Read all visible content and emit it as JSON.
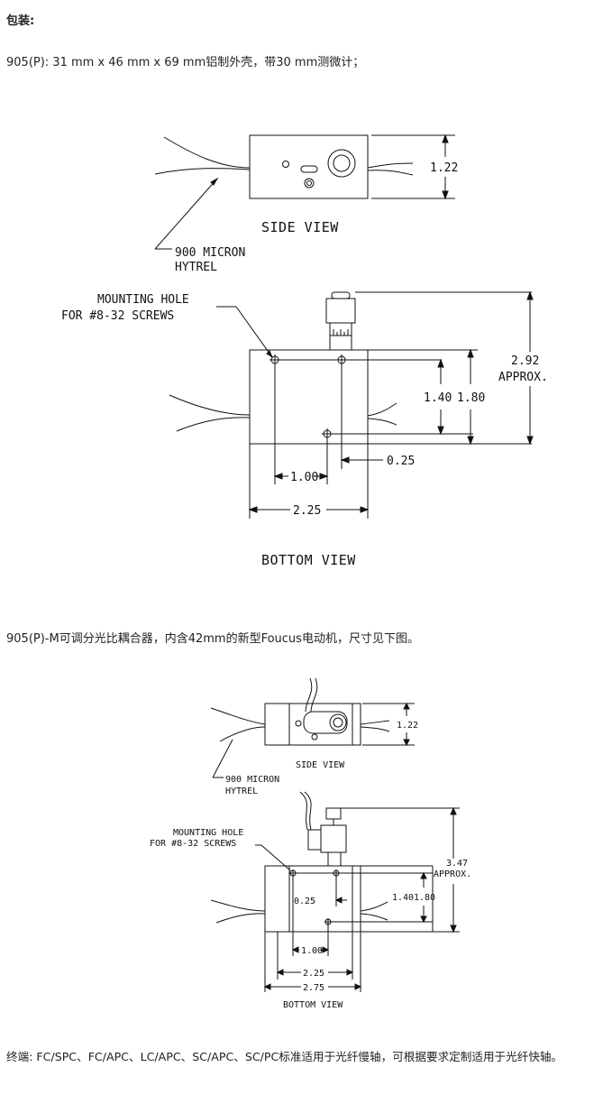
{
  "heading": "包装:",
  "line1": "905(P): 31 mm x 46 mm x 69 mm铝制外壳，带30 mm测微计；",
  "line2": "905(P)-M可调分光比耦合器，内含42mm的新型Foucus电动机，尺寸见下图。",
  "footer": "终端: FC/SPC、FC/APC、LC/APC、SC/APC、SC/PC标准适用于光纤慢轴，可根据要求定制适用于光纤快轴。",
  "figure1": {
    "side_view": "SIDE VIEW",
    "bottom_view": "BOTTOM VIEW",
    "fiber_label_1": "900 MICRON",
    "fiber_label_2": "HYTREL",
    "mount_label_1": "MOUNTING HOLE",
    "mount_label_2": "FOR #8-32 SCREWS",
    "dim_height": "1.22",
    "dim_total": "2.92",
    "dim_approx": "APPROX.",
    "dim_140": "1.40",
    "dim_180": "1.80",
    "dim_025": "0.25",
    "dim_100": "1.00",
    "dim_225": "2.25"
  },
  "figure2": {
    "side_view": "SIDE VIEW",
    "bottom_view": "BOTTOM VIEW",
    "fiber_label_1": "900 MICRON",
    "fiber_label_2": "HYTREL",
    "mount_label_1": "MOUNTING HOLE",
    "mount_label_2": "FOR #8-32 SCREWS",
    "dim_height": "1.22",
    "dim_total": "3.47",
    "dim_approx": "APPROX.",
    "dim_140": "1.40",
    "dim_180": "1.80",
    "dim_025": "0.25",
    "dim_100": "1.00",
    "dim_225": "2.25",
    "dim_275": "2.75"
  }
}
